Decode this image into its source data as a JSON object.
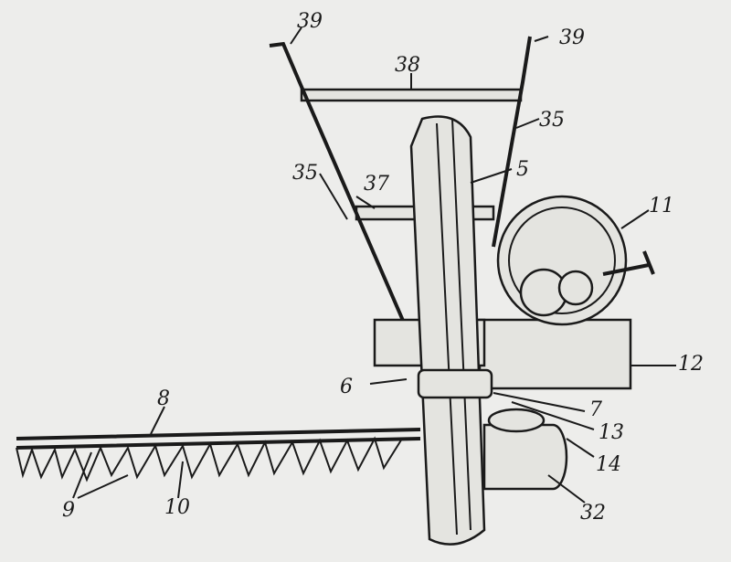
{
  "figure": {
    "type": "patent drawing of a wheeled mowing machine",
    "labels": {
      "handle_left": "39",
      "handle_right": "39",
      "crossbar_top": "38",
      "handle_bar_left": "35",
      "handle_bar_right": "35",
      "crossbar_lower": "37",
      "wheel": "5",
      "engine": "11",
      "box": "12",
      "bracket": "6",
      "band": "7",
      "shaft": "13",
      "roller": "14",
      "drum": "32",
      "cutter_bar": "8",
      "teeth": "9",
      "guard": "10"
    }
  }
}
